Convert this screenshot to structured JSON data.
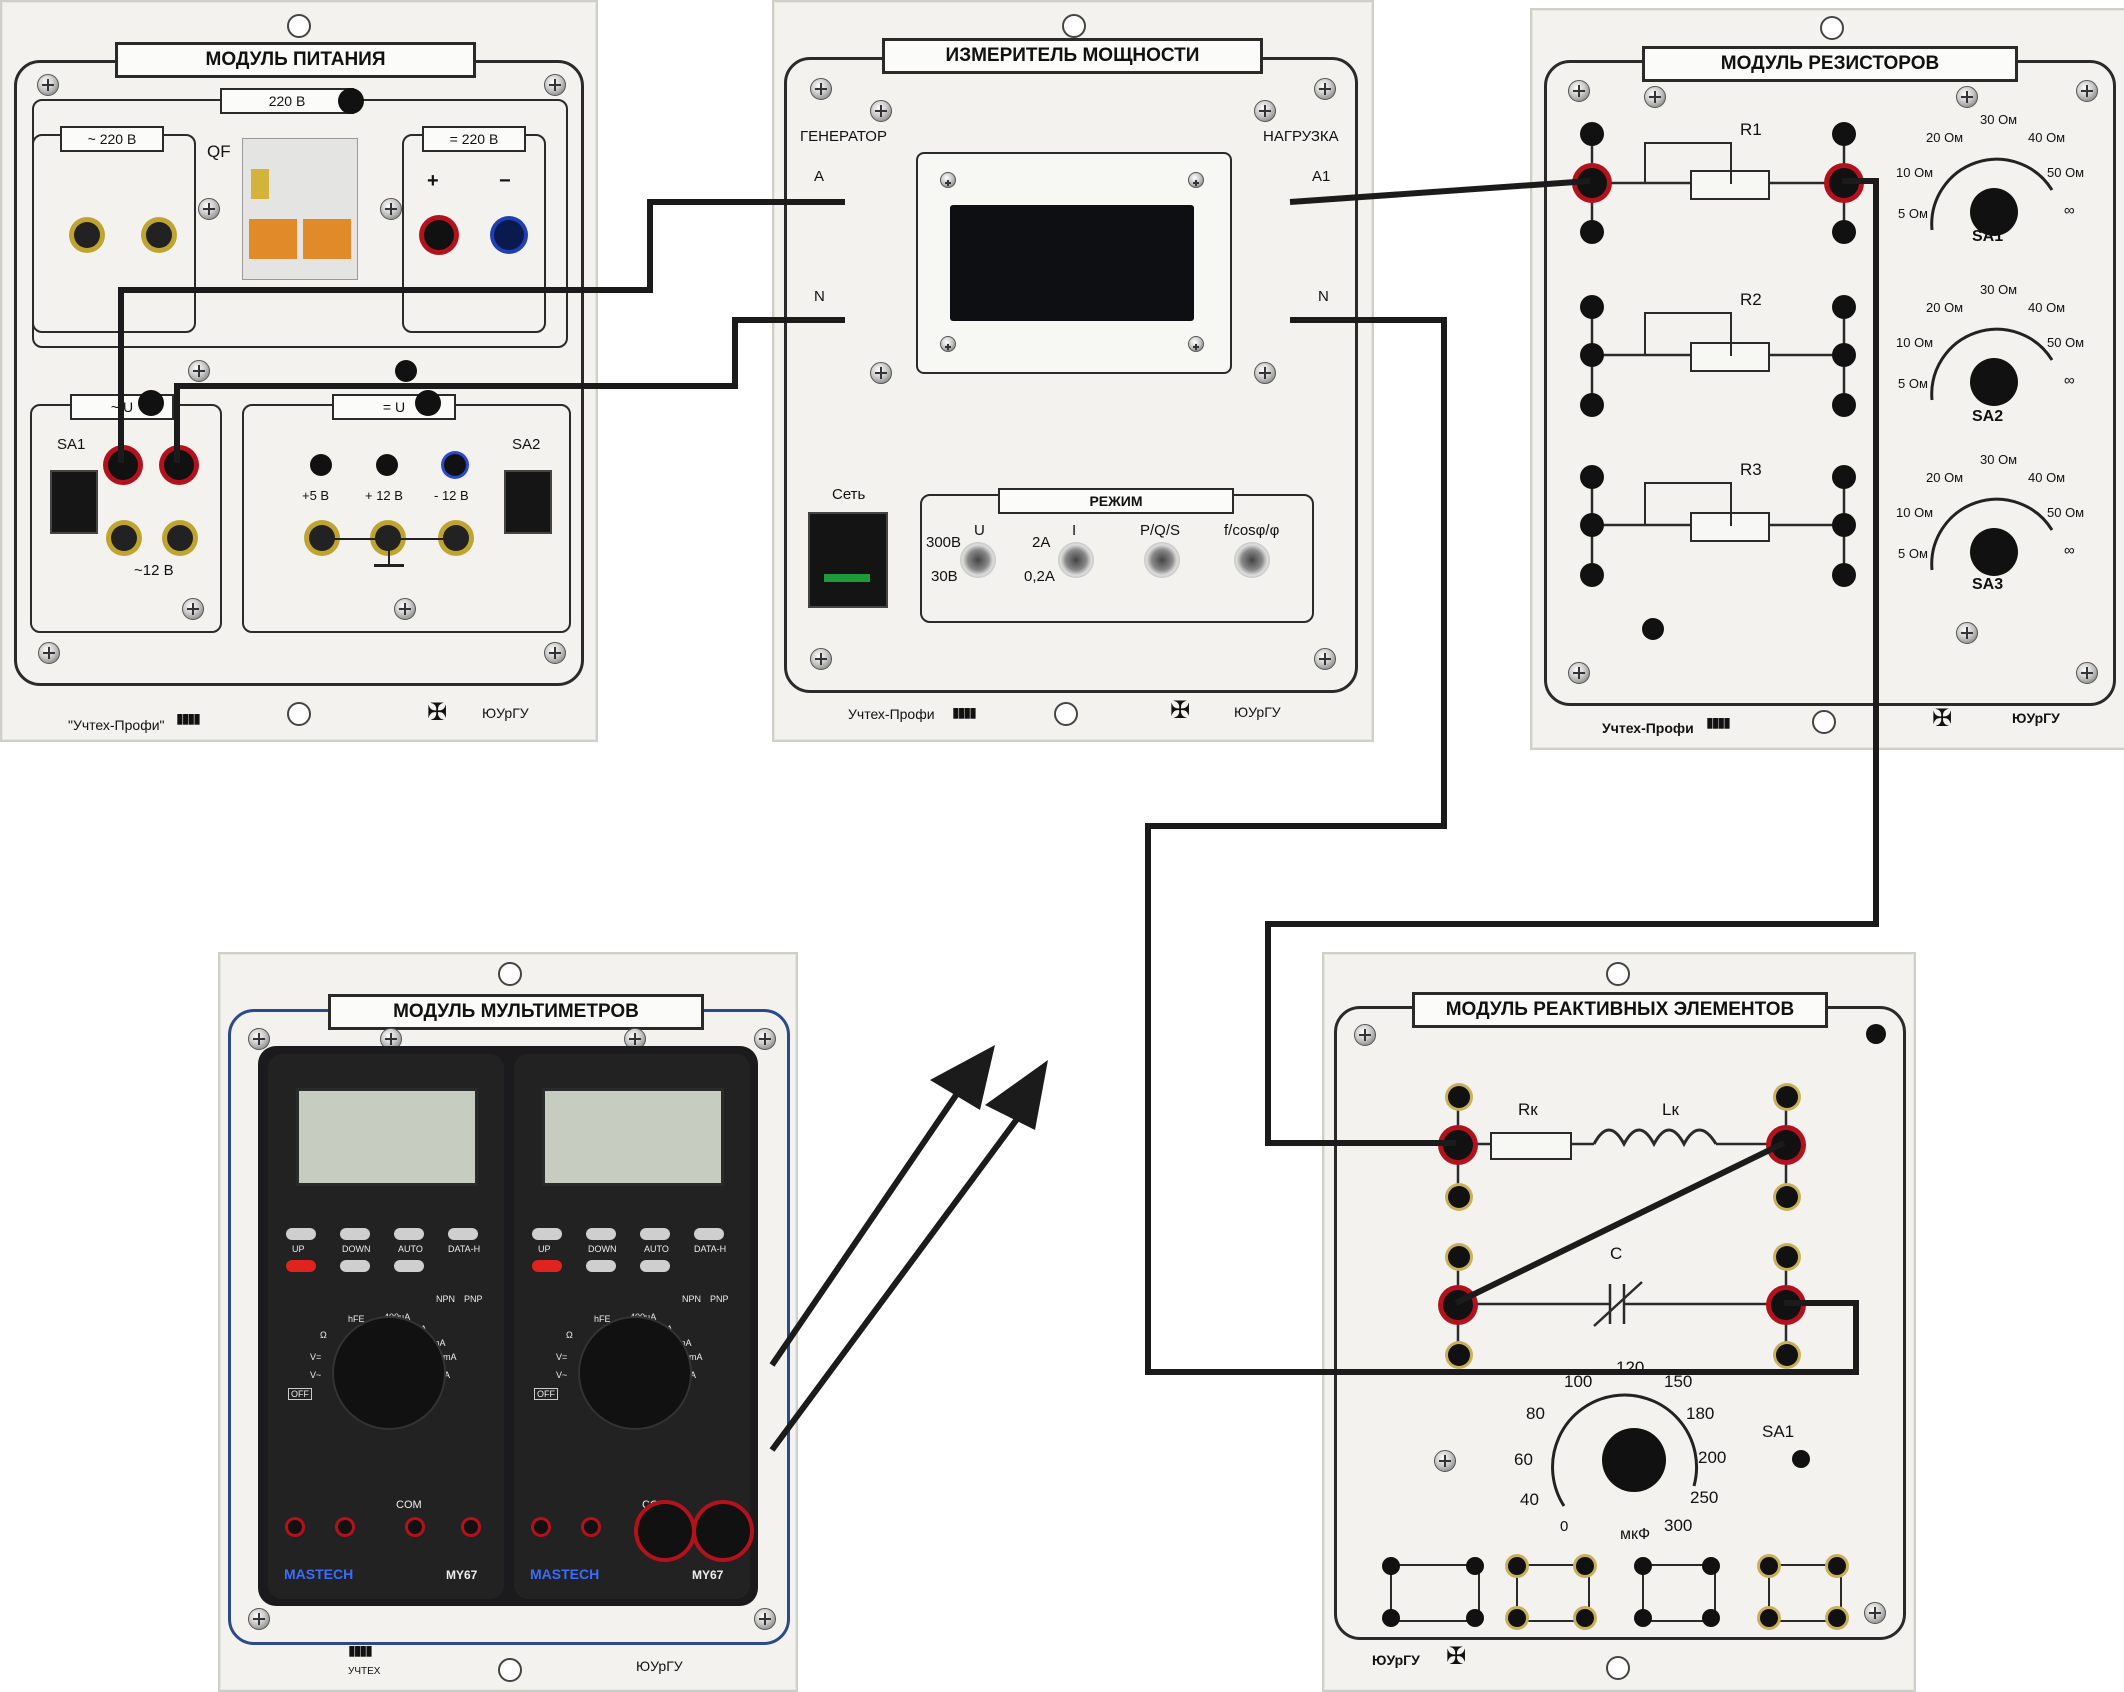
{
  "power_module": {
    "title": "МОДУЛЬ ПИТАНИЯ",
    "tag_220": "220 В",
    "ac_tag": "~ 220 В",
    "dc_tag": "= 220 В",
    "qf": "QF",
    "plus": "+",
    "minus": "−",
    "ac_u_tag": "~ U",
    "dc_u_tag": "= U",
    "sa1": "SA1",
    "sa2": "SA2",
    "v12": "~12 В",
    "p5": "+5 В",
    "p12": "+ 12 В",
    "m12": "- 12 В",
    "maker": "\"Учтех-Профи\"",
    "univ": "ЮУрГУ"
  },
  "power_meter": {
    "title": "ИЗМЕРИТЕЛЬ МОЩНОСТИ",
    "generator": "ГЕНЕРАТОР",
    "load": "НАГРУЗКА",
    "a": "A",
    "n_left": "N",
    "a1": "A1",
    "n_right": "N",
    "network": "Сеть",
    "mode": "РЕЖИМ",
    "u": "U",
    "v300": "300В",
    "v30": "30В",
    "i": "I",
    "a2": "2А",
    "a02": "0,2А",
    "pqs": "P/Q/S",
    "fcos": "f/cosφ/φ",
    "maker": "Учтех-Профи",
    "univ": "ЮУрГУ"
  },
  "resistor_module": {
    "title": "МОДУЛЬ РЕЗИСТОРОВ",
    "r1": "R1",
    "r2": "R2",
    "r3": "R3",
    "sa1": "SA1",
    "sa2": "SA2",
    "sa3": "SA3",
    "dial_labels": [
      "5 Ом",
      "10 Ом",
      "20 Ом",
      "30 Ом",
      "40 Ом",
      "50 Ом",
      "∞"
    ],
    "maker": "Учтех-Профи",
    "univ": "ЮУрГУ"
  },
  "multimeter_module": {
    "title": "МОДУЛЬ МУЛЬТИМЕТРОВ",
    "maker": "УЧТЕХ",
    "univ": "ЮУрГУ",
    "meter": {
      "brand": "MASTECH",
      "model": "MY67",
      "buttons": [
        "UP",
        "DOWN",
        "AUTO",
        "DATA-H"
      ],
      "com": "COM",
      "off": "OFF",
      "labels": [
        "hFE",
        "400μA",
        "4mA",
        "40mA",
        "400mA",
        "10A",
        "V=",
        "V~",
        "Ω",
        "NPN",
        "PNP"
      ]
    }
  },
  "reactive_module": {
    "title": "МОДУЛЬ РЕАКТИВНЫХ ЭЛЕМЕНТОВ",
    "rk": "Rк",
    "lk": "Lк",
    "c": "C",
    "sa1": "SA1",
    "unit": "мкФ",
    "dial_labels": [
      "0",
      "40",
      "60",
      "80",
      "100",
      "120",
      "150",
      "180",
      "200",
      "250",
      "300"
    ],
    "univ": "ЮУрГУ"
  }
}
